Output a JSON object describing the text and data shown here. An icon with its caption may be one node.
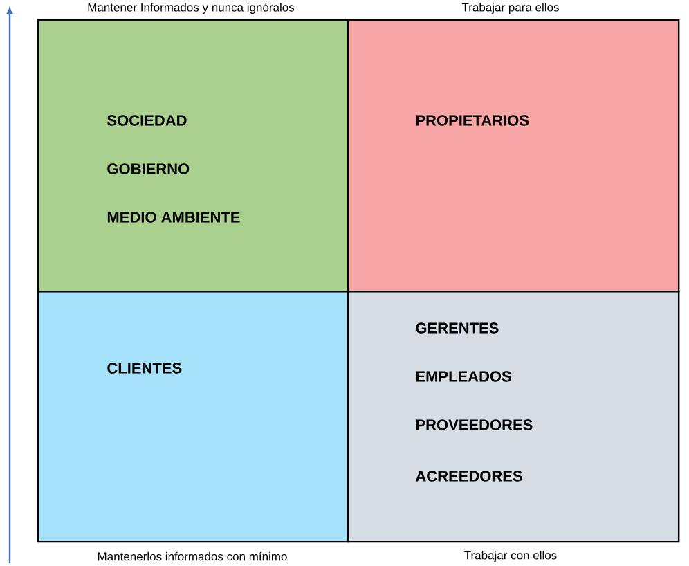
{
  "diagram": {
    "nodes": [
      {
        "text": [
          "SOCIEDAD",
          "GOBIERNO",
          "MEDIO  AMBIENTE"
        ]
      },
      {
        "text": [
          "PROPIETARIOS"
        ]
      },
      {
        "text": [
          "CLIENTES"
        ]
      },
      {
        "text": [
          "GERENTES",
          "EMPLEADOS",
          "PROVEEDORES",
          "ACREEDORES"
        ]
      }
    ],
    "labels": [
      "Mantener Informados y nunca ignóralos",
      "Trabajar para ellos",
      "Mantenerlos informados con mínimo",
      "Trabajar con ellos"
    ]
  }
}
